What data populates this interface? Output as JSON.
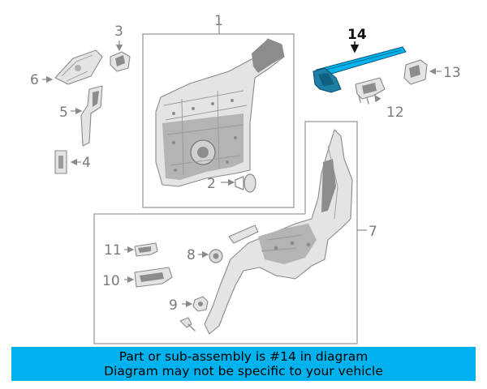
{
  "callouts": {
    "c1": "1",
    "c2": "2",
    "c3": "3",
    "c4": "4",
    "c5": "5",
    "c6": "6",
    "c7": "7",
    "c8": "8",
    "c9": "9",
    "c10": "10",
    "c11": "11",
    "c12": "12",
    "c13": "13",
    "c14": "14"
  },
  "highlight_color": "#00b2ee",
  "banner": {
    "line1": "Part or sub-assembly is #14 in diagram",
    "line2": "Diagram may not be specific to your vehicle"
  }
}
